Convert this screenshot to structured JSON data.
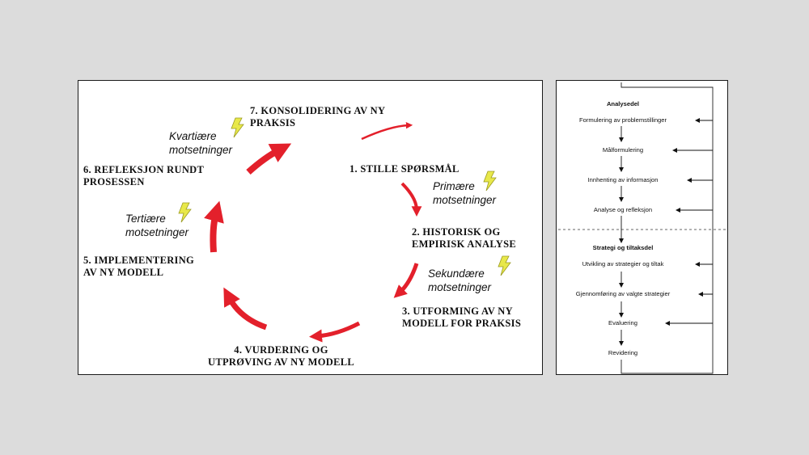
{
  "cycle": {
    "stages": [
      {
        "id": "1",
        "text": "1. STILLE SPØRSMÅL"
      },
      {
        "id": "2",
        "text": "2. HISTORISK OG\nEMPIRISK ANALYSE"
      },
      {
        "id": "3",
        "text": "3. UTFORMING AV NY\nMODELL FOR PRAKSIS"
      },
      {
        "id": "4",
        "text": "4. VURDERING OG\nUTPRØVING AV NY MODELL"
      },
      {
        "id": "5",
        "text": "5. IMPLEMENTERING\nAV NY MODELL"
      },
      {
        "id": "6",
        "text": "6. REFLEKSJON RUNDT\nPROSESSEN"
      },
      {
        "id": "7",
        "text": "7. KONSOLIDERING AV NY\nPRAKSIS"
      }
    ],
    "contradictions": [
      {
        "id": "primary",
        "text": "Primære\nmotsetninger"
      },
      {
        "id": "secondary",
        "text": "Sekundære\nmotsetninger"
      },
      {
        "id": "tertiary",
        "text": "Tertiære\nmotsetninger"
      },
      {
        "id": "quaternary",
        "text": "Kvartiære\nmotsetninger"
      }
    ],
    "arrow_color": "#e3202b",
    "lightning_color": "#e8e84a"
  },
  "flow": {
    "analysis_heading": "Analysedel",
    "analysis_steps": [
      "Formulering av problemstillinger",
      "Målformulering",
      "Innhenting av informasjon",
      "Analyse og refleksjon"
    ],
    "strategy_heading": "Strategi og tiltaksdel",
    "strategy_steps": [
      "Utvikling av strategier og tiltak",
      "Gjennomføring av valgte strategier",
      "Evaluering",
      "Revidering"
    ]
  }
}
